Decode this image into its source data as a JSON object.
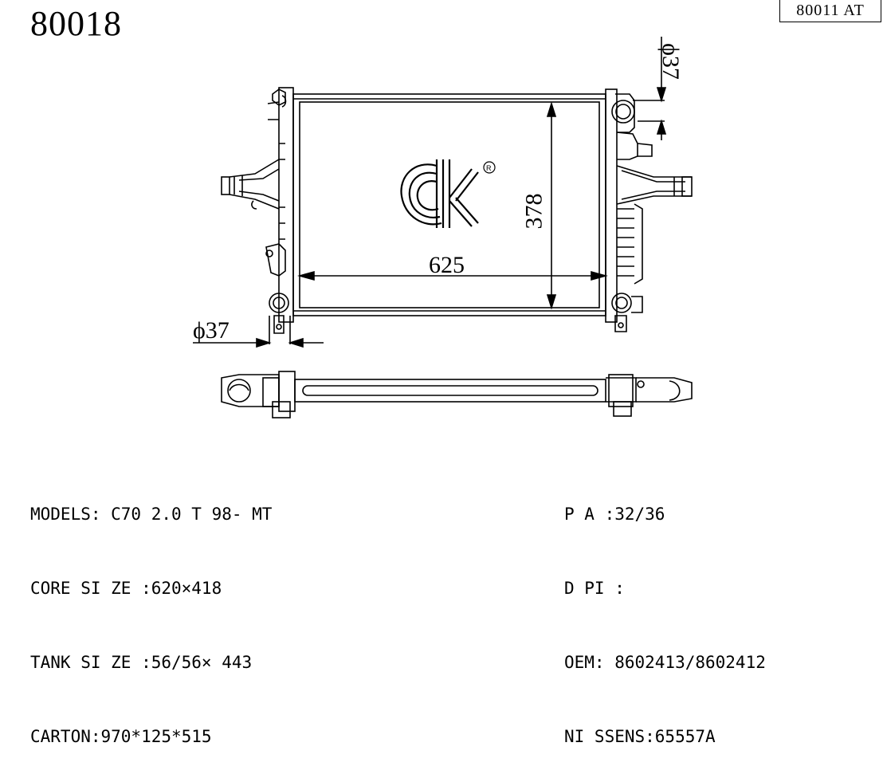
{
  "part_number": "80018",
  "alternate_part": "80011 AT",
  "dimensions": {
    "width": "625",
    "height": "378",
    "pipe_top": "ϕ37",
    "pipe_bottom": "ϕ37"
  },
  "specs_left": [
    "MODELS: C70 2.0 T 98- MT",
    "CORE SI ZE :620×418",
    "TANK SI ZE :56/56× 443",
    "CARTON:970*125*515"
  ],
  "specs_right": [
    "P A :32/36",
    "D PI :",
    "OEM: 8602413/8602412",
    "NI SSENS:65557A"
  ]
}
